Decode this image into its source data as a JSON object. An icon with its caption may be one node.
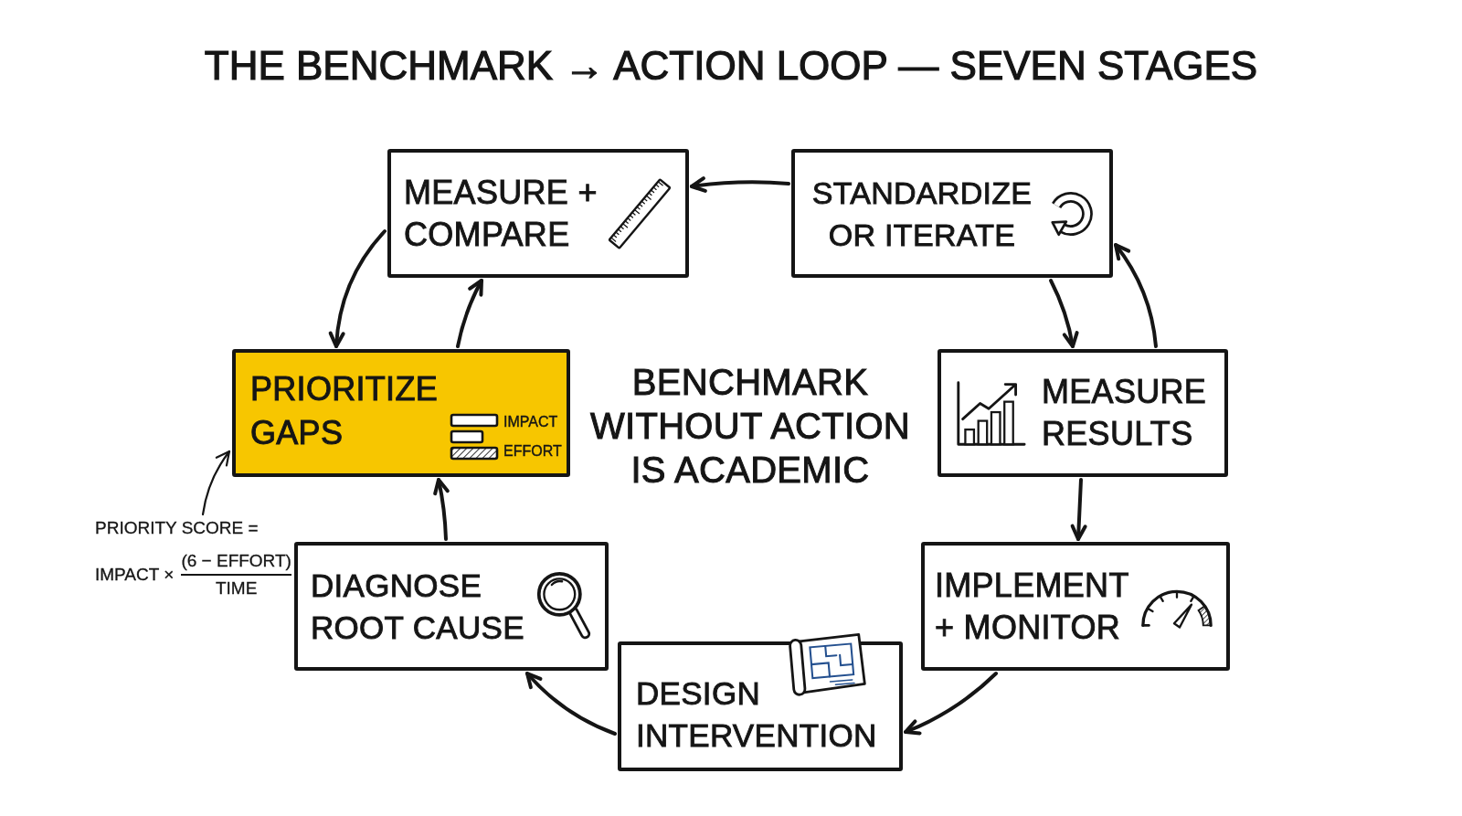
{
  "diagram": {
    "title": "THE BENCHMARK → ACTION LOOP — SEVEN STAGES",
    "nodes": [
      {
        "text": [
          "MEASURE + COMPARE"
        ]
      },
      {
        "text": [
          "STANDARDIZE OR ITERATE"
        ]
      },
      {
        "text": [
          "PRIORITIZE GAPS",
          "IMPACT",
          "EFFORT"
        ]
      },
      {
        "text": [
          "MEASURE RESULTS"
        ]
      },
      {
        "text": [
          "PRIORITY SCORE =",
          "IMPACT ×",
          "(6 − EFFORT)",
          "TIME"
        ]
      },
      {
        "text": [
          "DIAGNOSE ROOT CAUSE"
        ]
      },
      {
        "text": [
          "IMPLEMENT + MONITOR"
        ]
      },
      {
        "text": [
          "DESIGN INTERVENTION"
        ]
      }
    ],
    "edges": [
      {
        "from": 0,
        "to": 2,
        "arrow": "to"
      },
      {
        "from": 2,
        "to": 0,
        "arrow": "to"
      },
      {
        "from": 1,
        "to": 0,
        "arrow": "to"
      },
      {
        "from": 1,
        "to": 3,
        "arrow": "to"
      },
      {
        "from": 3,
        "to": 1,
        "arrow": "to"
      },
      {
        "from": 3,
        "to": 6,
        "arrow": "to"
      },
      {
        "from": 6,
        "to": 7,
        "arrow": "to"
      },
      {
        "from": 7,
        "to": 5,
        "arrow": "to"
      },
      {
        "from": 5,
        "to": 2,
        "arrow": "to"
      },
      {
        "from": 4,
        "to": 2,
        "arrow": "to"
      }
    ],
    "labels": [
      "BENCHMARK WITHOUT ACTION IS ACADEMIC"
    ]
  }
}
